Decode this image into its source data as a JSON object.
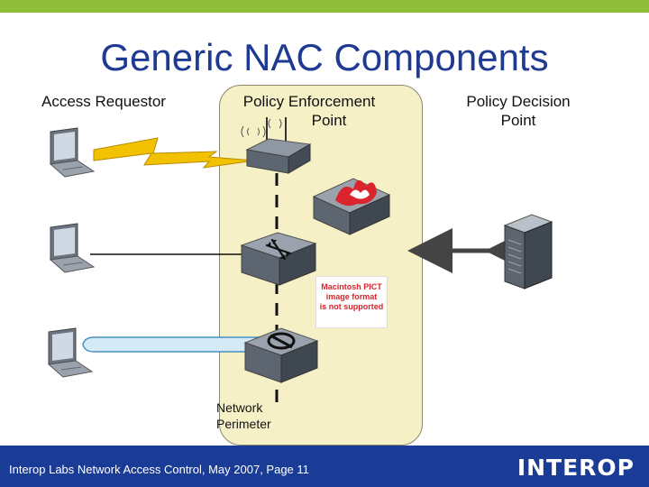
{
  "title": "Generic NAC Components",
  "columns": {
    "access_requestor": "Access Requestor",
    "policy_enforcement_line1": "Policy Enforcement",
    "policy_enforcement_line2": "Point",
    "policy_decision_line1": "Policy Decision",
    "policy_decision_line2": "Point"
  },
  "perimeter": {
    "line1": "Network",
    "line2": "Perimeter"
  },
  "placeholder": {
    "line1": "Macintosh PICT",
    "line2": "image format",
    "line3": "is not supported"
  },
  "footer": {
    "text": "Interop Labs Network Access Control, May 2007, Page 11",
    "logo": "INTEROP"
  },
  "colors": {
    "accent_bar": "#8fbd3a",
    "title": "#1f3a93",
    "footer": "#1a3c96",
    "perimeter_fill": "#f6f0c6",
    "lightning": "#f2c200"
  },
  "icons": [
    "laptop-icon",
    "wireless-access-point-icon",
    "firewall-icon",
    "switch-icon",
    "vpn-gateway-icon",
    "server-icon"
  ]
}
